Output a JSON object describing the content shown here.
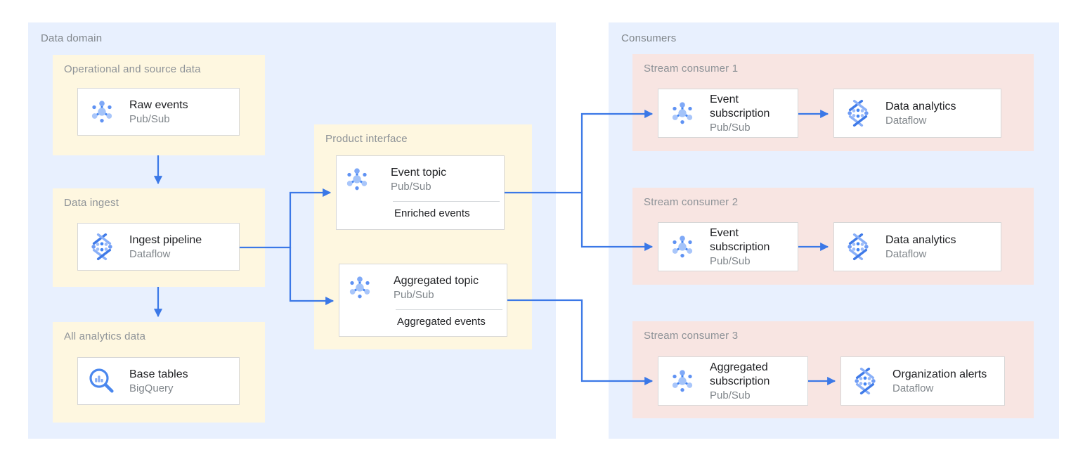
{
  "icons": {
    "pubsub": "pubsub-icon",
    "dataflow": "dataflow-icon",
    "bigquery": "bigquery-icon"
  },
  "colors": {
    "domain_bg": "#e8f0fe",
    "group_bg": "#fef7e0",
    "consumer_group_bg": "#f8e5e2",
    "arrow": "#3b78e7",
    "card_border": "#d7d7d7",
    "title_text": "#202124",
    "muted_text": "#80868b"
  },
  "data_domain": {
    "label": "Data domain",
    "groups": {
      "operational": {
        "label": "Operational and source data",
        "card": {
          "title": "Raw events",
          "product": "Pub/Sub"
        }
      },
      "ingest": {
        "label": "Data ingest",
        "card": {
          "title": "Ingest pipeline",
          "product": "Dataflow"
        }
      },
      "analytics": {
        "label": "All analytics data",
        "card": {
          "title": "Base tables",
          "product": "BigQuery"
        }
      },
      "product_interface": {
        "label": "Product interface",
        "cards": [
          {
            "title": "Event topic",
            "product": "Pub/Sub",
            "footer": "Enriched events"
          },
          {
            "title": "Aggregated topic",
            "product": "Pub/Sub",
            "footer": "Aggregated events"
          }
        ]
      }
    }
  },
  "consumers": {
    "label": "Consumers",
    "rows": [
      {
        "label": "Stream consumer 1",
        "source": {
          "title": "Event subscription",
          "product": "Pub/Sub"
        },
        "sink": {
          "title": "Data analytics",
          "product": "Dataflow"
        }
      },
      {
        "label": "Stream consumer 2",
        "source": {
          "title": "Event subscription",
          "product": "Pub/Sub"
        },
        "sink": {
          "title": "Data analytics",
          "product": "Dataflow"
        }
      },
      {
        "label": "Stream consumer 3",
        "source": {
          "title": "Aggregated subscription",
          "product": "Pub/Sub"
        },
        "sink": {
          "title": "Organization alerts",
          "product": "Dataflow"
        }
      }
    ]
  }
}
